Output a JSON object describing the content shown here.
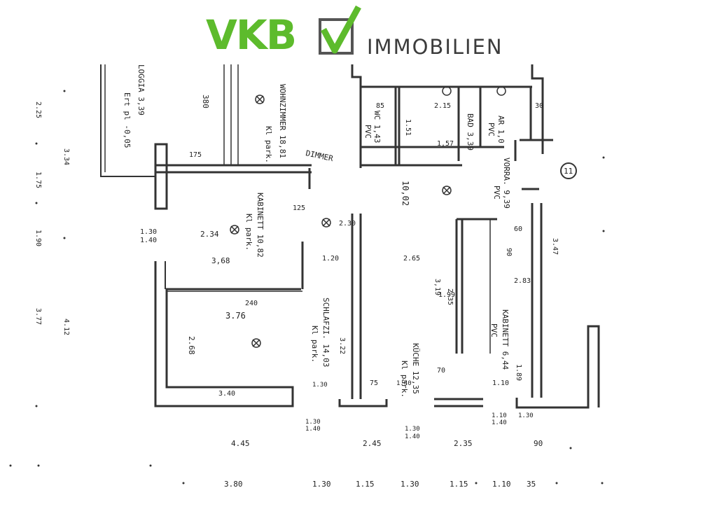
{
  "logo": {
    "brand": "VKB",
    "word": "IMMOBILIEN",
    "brand_color": "#5dbb2c",
    "box_color": "#555555"
  },
  "rooms": {
    "wohnzimmer": "WOHNZIMMER 18,81",
    "wohn_floor": "Kl park.",
    "wohn_height": "380",
    "loggia": "LOGGIA 3,39",
    "loggia_floor": "Ert pl -0,05",
    "kabinett1": "KABINETT 10,82",
    "kabinett1_floor": "Kl park.",
    "kabinett1_dim": "3,68",
    "schlafzimmer": "SCHLAFZI. 14,03",
    "schlafzimmer_floor": "Kl park.",
    "kueche": "KÜCHE 12,35",
    "kueche_floor": "Kl park.",
    "kueche_dim": "3,19",
    "wc": "WC 1,43",
    "wc_floor": "PVC",
    "bad": "BAD 3,39",
    "bad_dim": "1,57",
    "ar": "AR 1,0",
    "ar_floor": "PVC",
    "vorraum": "VORRA. 9,39",
    "vorraum_floor": "PVC",
    "kabinett2": "KABINETT 6,44",
    "kabinett2_floor": "PVC",
    "dimmer": "DIMMER",
    "entrance_num": "11",
    "gang": "10,02"
  },
  "dims": {
    "left_225": "2.25",
    "left_334": "3.34",
    "left_175": "1.75",
    "left_190": "1.90",
    "left_377": "3.77",
    "left_412": "4.12",
    "d175": "175",
    "d130": "1.30",
    "d140": "1.40",
    "d234": "2.34",
    "d240": "240",
    "d376": "3.76",
    "d268": "2.68",
    "d340": "3.40",
    "d120": "1.20",
    "d125": "125",
    "d230": "2.30",
    "d265": "2.65",
    "d235": "2.35",
    "d90": "90",
    "d85": "85",
    "d151": "1.51",
    "d215": "2.15",
    "d30": "30",
    "d283": "2.83",
    "d347": "3.47",
    "d199": "1.99",
    "d70": "70",
    "d110": "1.10",
    "d189": "1.89",
    "d75": "75",
    "d60": "60",
    "d322": "3.22",
    "b445": "4.45",
    "b245": "2.45",
    "b235": "2.35",
    "b90": "90",
    "b380": "3.80",
    "b130a": "1.30",
    "b115a": "1.15",
    "b130b": "1.30",
    "b115b": "1.15",
    "b110": "1.10",
    "b35": "35",
    "s130": "1.30",
    "s140": "1.40",
    "s130b": "1.30",
    "s140b": "1.40",
    "s130c": "1.30",
    "s140c": "1.40",
    "s110": "1.10",
    "s140d": "1.40",
    "s130d": "1.30"
  }
}
